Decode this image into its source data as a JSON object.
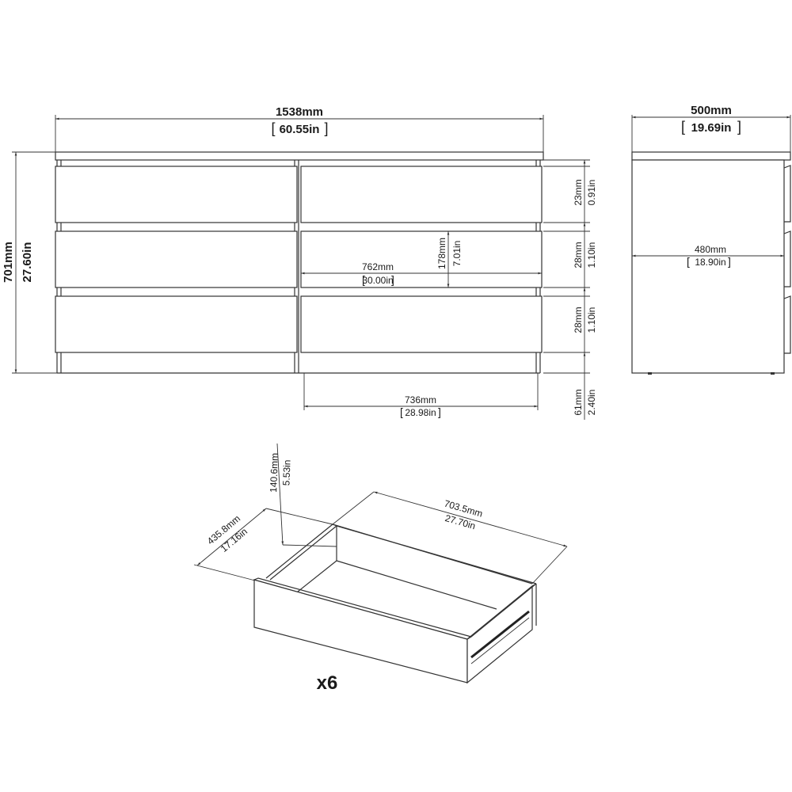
{
  "front_view": {
    "overall_width": {
      "mm": "1538mm",
      "in": "60.55in"
    },
    "overall_height": {
      "mm": "701mm",
      "in": "27.60in"
    },
    "drawer_front_width": {
      "mm": "762mm",
      "in": "30.00in"
    },
    "drawer_front_height": {
      "mm": "178mm",
      "in": "7.01in"
    },
    "top_gap": {
      "mm": "23mm",
      "in": "0.91in"
    },
    "middle_gap_1": {
      "mm": "28mm",
      "in": "1.10in"
    },
    "middle_gap_2": {
      "mm": "28mm",
      "in": "1.10in"
    },
    "plinth_height": {
      "mm": "61mm",
      "in": "2.40in"
    },
    "inner_width": {
      "mm": "736mm",
      "in": "28.98in"
    }
  },
  "side_view": {
    "overall_depth": {
      "mm": "500mm",
      "in": "19.69in"
    },
    "carcass_depth": {
      "mm": "480mm",
      "in": "18.90in"
    }
  },
  "drawer_view": {
    "height": {
      "mm": "140.6mm",
      "in": "5.53in"
    },
    "depth": {
      "mm": "435.8mm",
      "in": "17.16in"
    },
    "width": {
      "mm": "703.5mm",
      "in": "27.70in"
    },
    "quantity": "x6"
  }
}
